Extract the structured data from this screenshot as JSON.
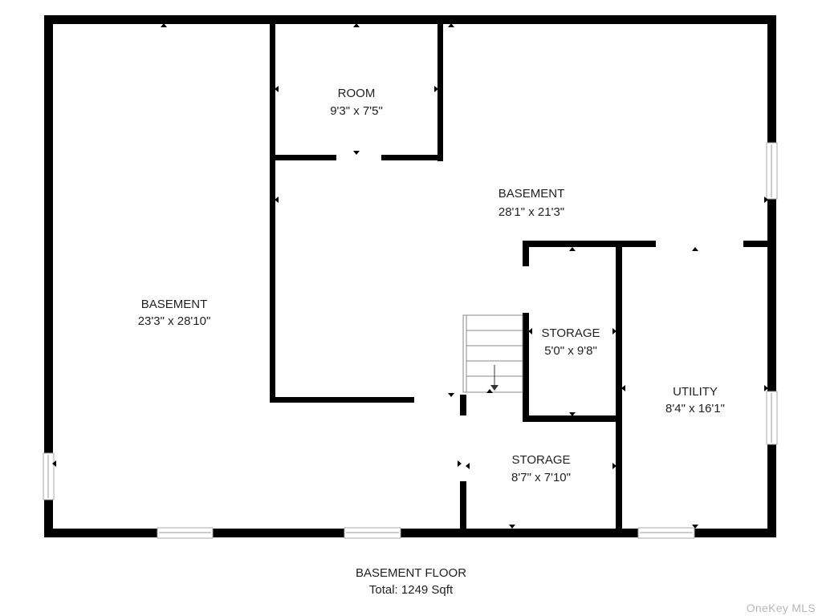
{
  "rooms": [
    {
      "name": "ROOM",
      "dims": "9'3\" x 7'5\""
    },
    {
      "name": "BASEMENT",
      "dims": "28'1\" x 21'3\""
    },
    {
      "name": "BASEMENT",
      "dims": "23'3\" x 28'10\""
    },
    {
      "name": "STORAGE",
      "dims": "5'0\" x 9'8\""
    },
    {
      "name": "UTILITY",
      "dims": "8'4\" x 16'1\""
    },
    {
      "name": "STORAGE",
      "dims": "8'7\" x 7'10\""
    }
  ],
  "floor": {
    "title": "BASEMENT FLOOR",
    "total": "Total: 1249 Sqft"
  },
  "watermark": "OneKey MLS"
}
